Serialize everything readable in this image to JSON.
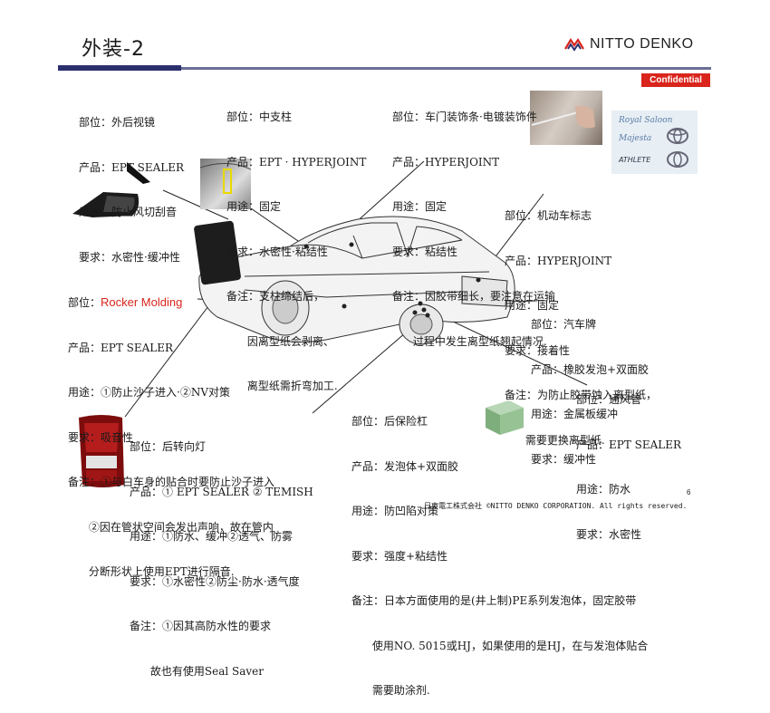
{
  "title": "外装-2",
  "brand": {
    "name": "NITTO DENKO",
    "logo_icon": "nitto-logo-icon"
  },
  "badge": "Confidential",
  "blocks": {
    "mirror": [
      "部位：外后视镜",
      "产品：EPT SEALER",
      "用途：防止风切刮音",
      "要求：水密性·缓冲性"
    ],
    "pillar": [
      "部位：中支柱",
      "产品：EPT · HYPERJOINT",
      "用途：固定",
      "要求：水密性·粘结性",
      "备注：支柱缔结后，",
      "      因离型纸会剥离、",
      "      离型纸需折弯加工."
    ],
    "door_trim": [
      "部位：车门装饰条·电镀装饰件",
      "产品：HYPERJOINT",
      "用途：固定",
      "要求：粘结性",
      "备注：因胶带细长，要注意在运输",
      "      过程中发生离型纸翘起情况."
    ],
    "emblem": [
      "部位：机动车标志",
      "产品：HYPERJOINT",
      "用途：固定",
      "要求：接着性",
      "备注：为防止胶带蚀入离型纸，",
      "      需要更换离型纸."
    ],
    "rocker": {
      "part_label": "部位：",
      "part_value": "Rocker Molding",
      "lines": [
        "产品：EPT SEALER",
        "用途：①防止沙子进入·②NV对策",
        "要求：吸音性",
        "备注：①与白车身的贴合时要防止沙子进入",
        "      ②因在管状空间会发出声响，故在管内",
        "      分断形状上使用EPT进行隔音."
      ]
    },
    "plate": [
      "部位：汽车牌",
      "产品：橡胶发泡+双面胶",
      "用途：金属板缓冲",
      "要求：缓冲性"
    ],
    "vent": [
      "部位：通风管",
      "产品：EPT SEALER",
      "用途：防水",
      "要求：水密性"
    ],
    "bumper": [
      "部位：后保险杠",
      "产品：发泡体+双面胶",
      "用途：防凹陷对策",
      "要求：强度+粘结性",
      "备注：日本方面使用的是(井上制)PE系列发泡体，固定胶带",
      "      使用NO. 5015或HJ，如果使用的是HJ，在与发泡体贴合",
      "      需要助涂剂."
    ],
    "lamp": [
      "部位：后转向灯",
      "产品：① EPT SEALER ② TEMISH",
      "用途：①防水、缓冲②透气、防雾",
      "要求：①水密性②防尘·防水·透气度",
      "备注：①因其高防水性的要求",
      "      故也有使用Seal Saver"
    ]
  },
  "emblem_badges": [
    "Royal Saloon",
    "Majesta",
    "ATHLETE"
  ],
  "footer": "日東電工株式会社  ©NITTO DENKO CORPORATION. All rights reserved.",
  "page_number": "6"
}
